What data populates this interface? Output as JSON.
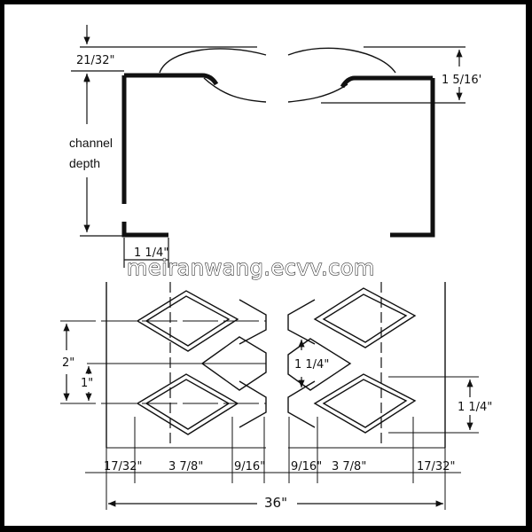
{
  "watermark": "meiranwang.ecvv.com",
  "channel": {
    "top_offset": "21/32\"",
    "flange_height": "1 5/16'",
    "depth_label_line1": "channel",
    "depth_label_line2": "depth",
    "lip_width": "1 1/4\""
  },
  "mesh": {
    "pitch_long": "2\"",
    "pitch_half": "1\"",
    "center_height": "1 1/4\"",
    "right_height": "1 1/4\"",
    "edge_left": "17/32\"",
    "diamond_left": "3 7/8\"",
    "gap_left": "9/16\"",
    "gap_right": "9/16\"",
    "diamond_right": "3 7/8\"",
    "edge_right": "17/32\"",
    "total_width": "36\""
  },
  "colors": {
    "ink": "#111111",
    "frame": "#000000",
    "background": "#ffffff"
  }
}
